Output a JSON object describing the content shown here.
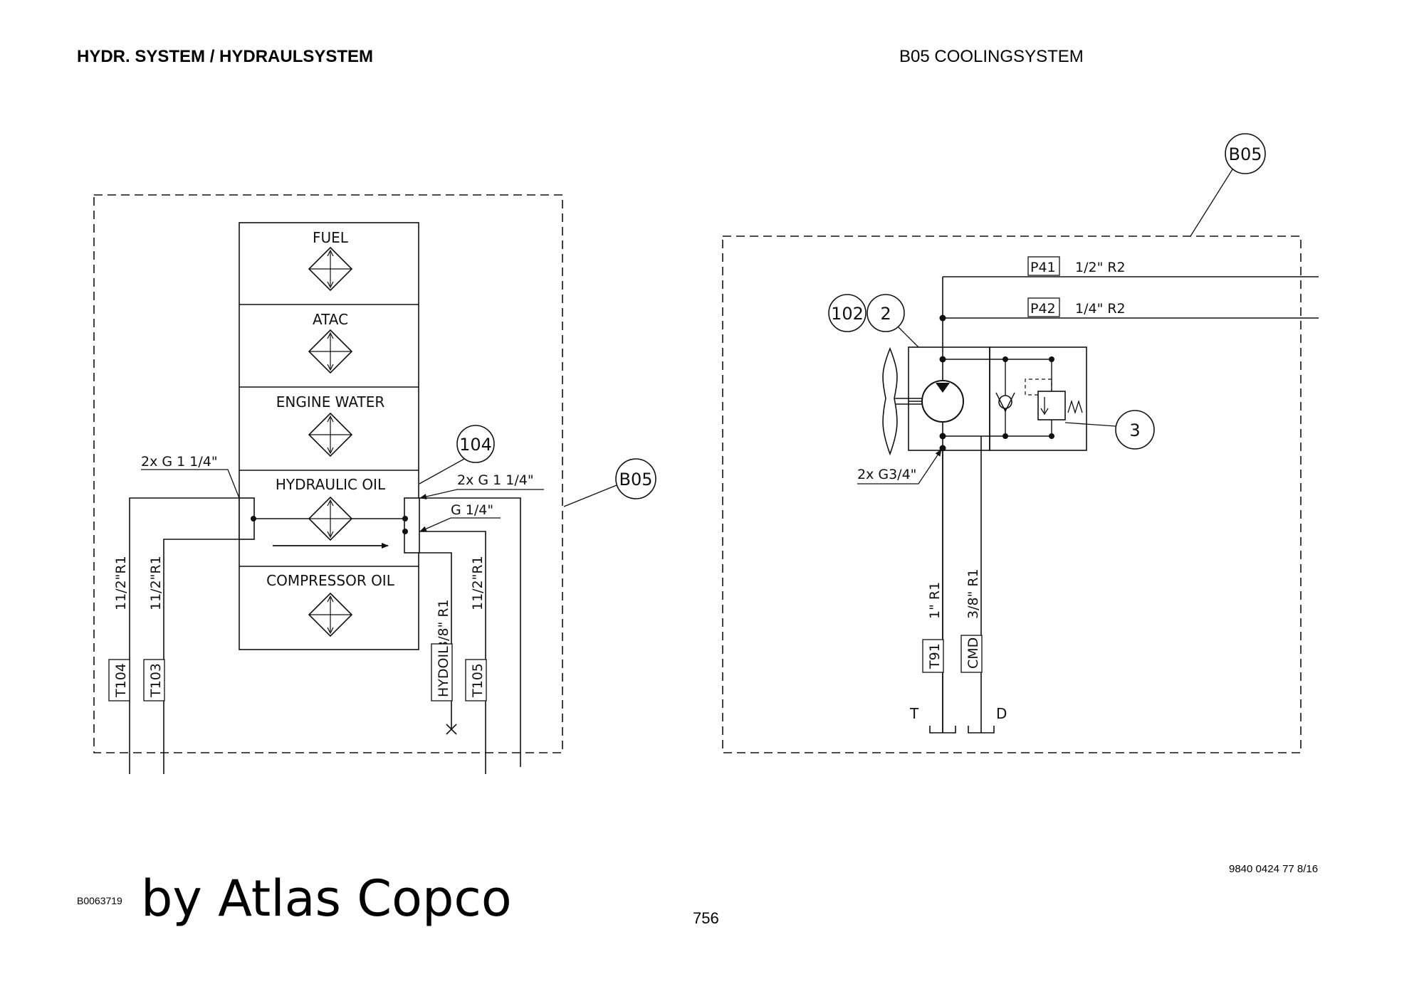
{
  "header": {
    "left_title": "HYDR. SYSTEM / HYDRAULSYSTEM",
    "right_title": "B05 COOLINGSYSTEM"
  },
  "left_panel": {
    "cooler_sections": [
      "FUEL",
      "ATAC",
      "ENGINE WATER",
      "HYDRAULIC OIL",
      "COMPRESSOR OIL"
    ],
    "connection_left": "2x G 1 1/4\"",
    "connection_right": "2x G 1 1/4\"",
    "connection_g14": "G 1/4\"",
    "callout_104": "104",
    "callout_b05": "B05",
    "pipes": [
      {
        "tag": "T104",
        "spec": "11/2\"R1"
      },
      {
        "tag": "T103",
        "spec": "11/2\"R1"
      },
      {
        "tag": "HYDOIL",
        "spec": "3/8\" R1"
      },
      {
        "tag": "T105",
        "spec": "11/2\"R1"
      }
    ]
  },
  "right_panel": {
    "callout_b05": "B05",
    "callout_102": "102",
    "callout_2": "2",
    "callout_3": "3",
    "ports": [
      {
        "tag": "P41",
        "spec": "1/2\" R2"
      },
      {
        "tag": "P42",
        "spec": "1/4\" R2"
      }
    ],
    "connection": "2x G3/4\"",
    "pipes": [
      {
        "tag": "T91",
        "spec": "1\" R1"
      },
      {
        "tag": "CMD",
        "spec": "3/8\" R1"
      }
    ],
    "port_t": "T",
    "port_d": "D"
  },
  "footer": {
    "code": "B0063719",
    "brand": "by Atlas Copco",
    "page": "756",
    "doc_number": "9840 0424 77 8/16"
  }
}
